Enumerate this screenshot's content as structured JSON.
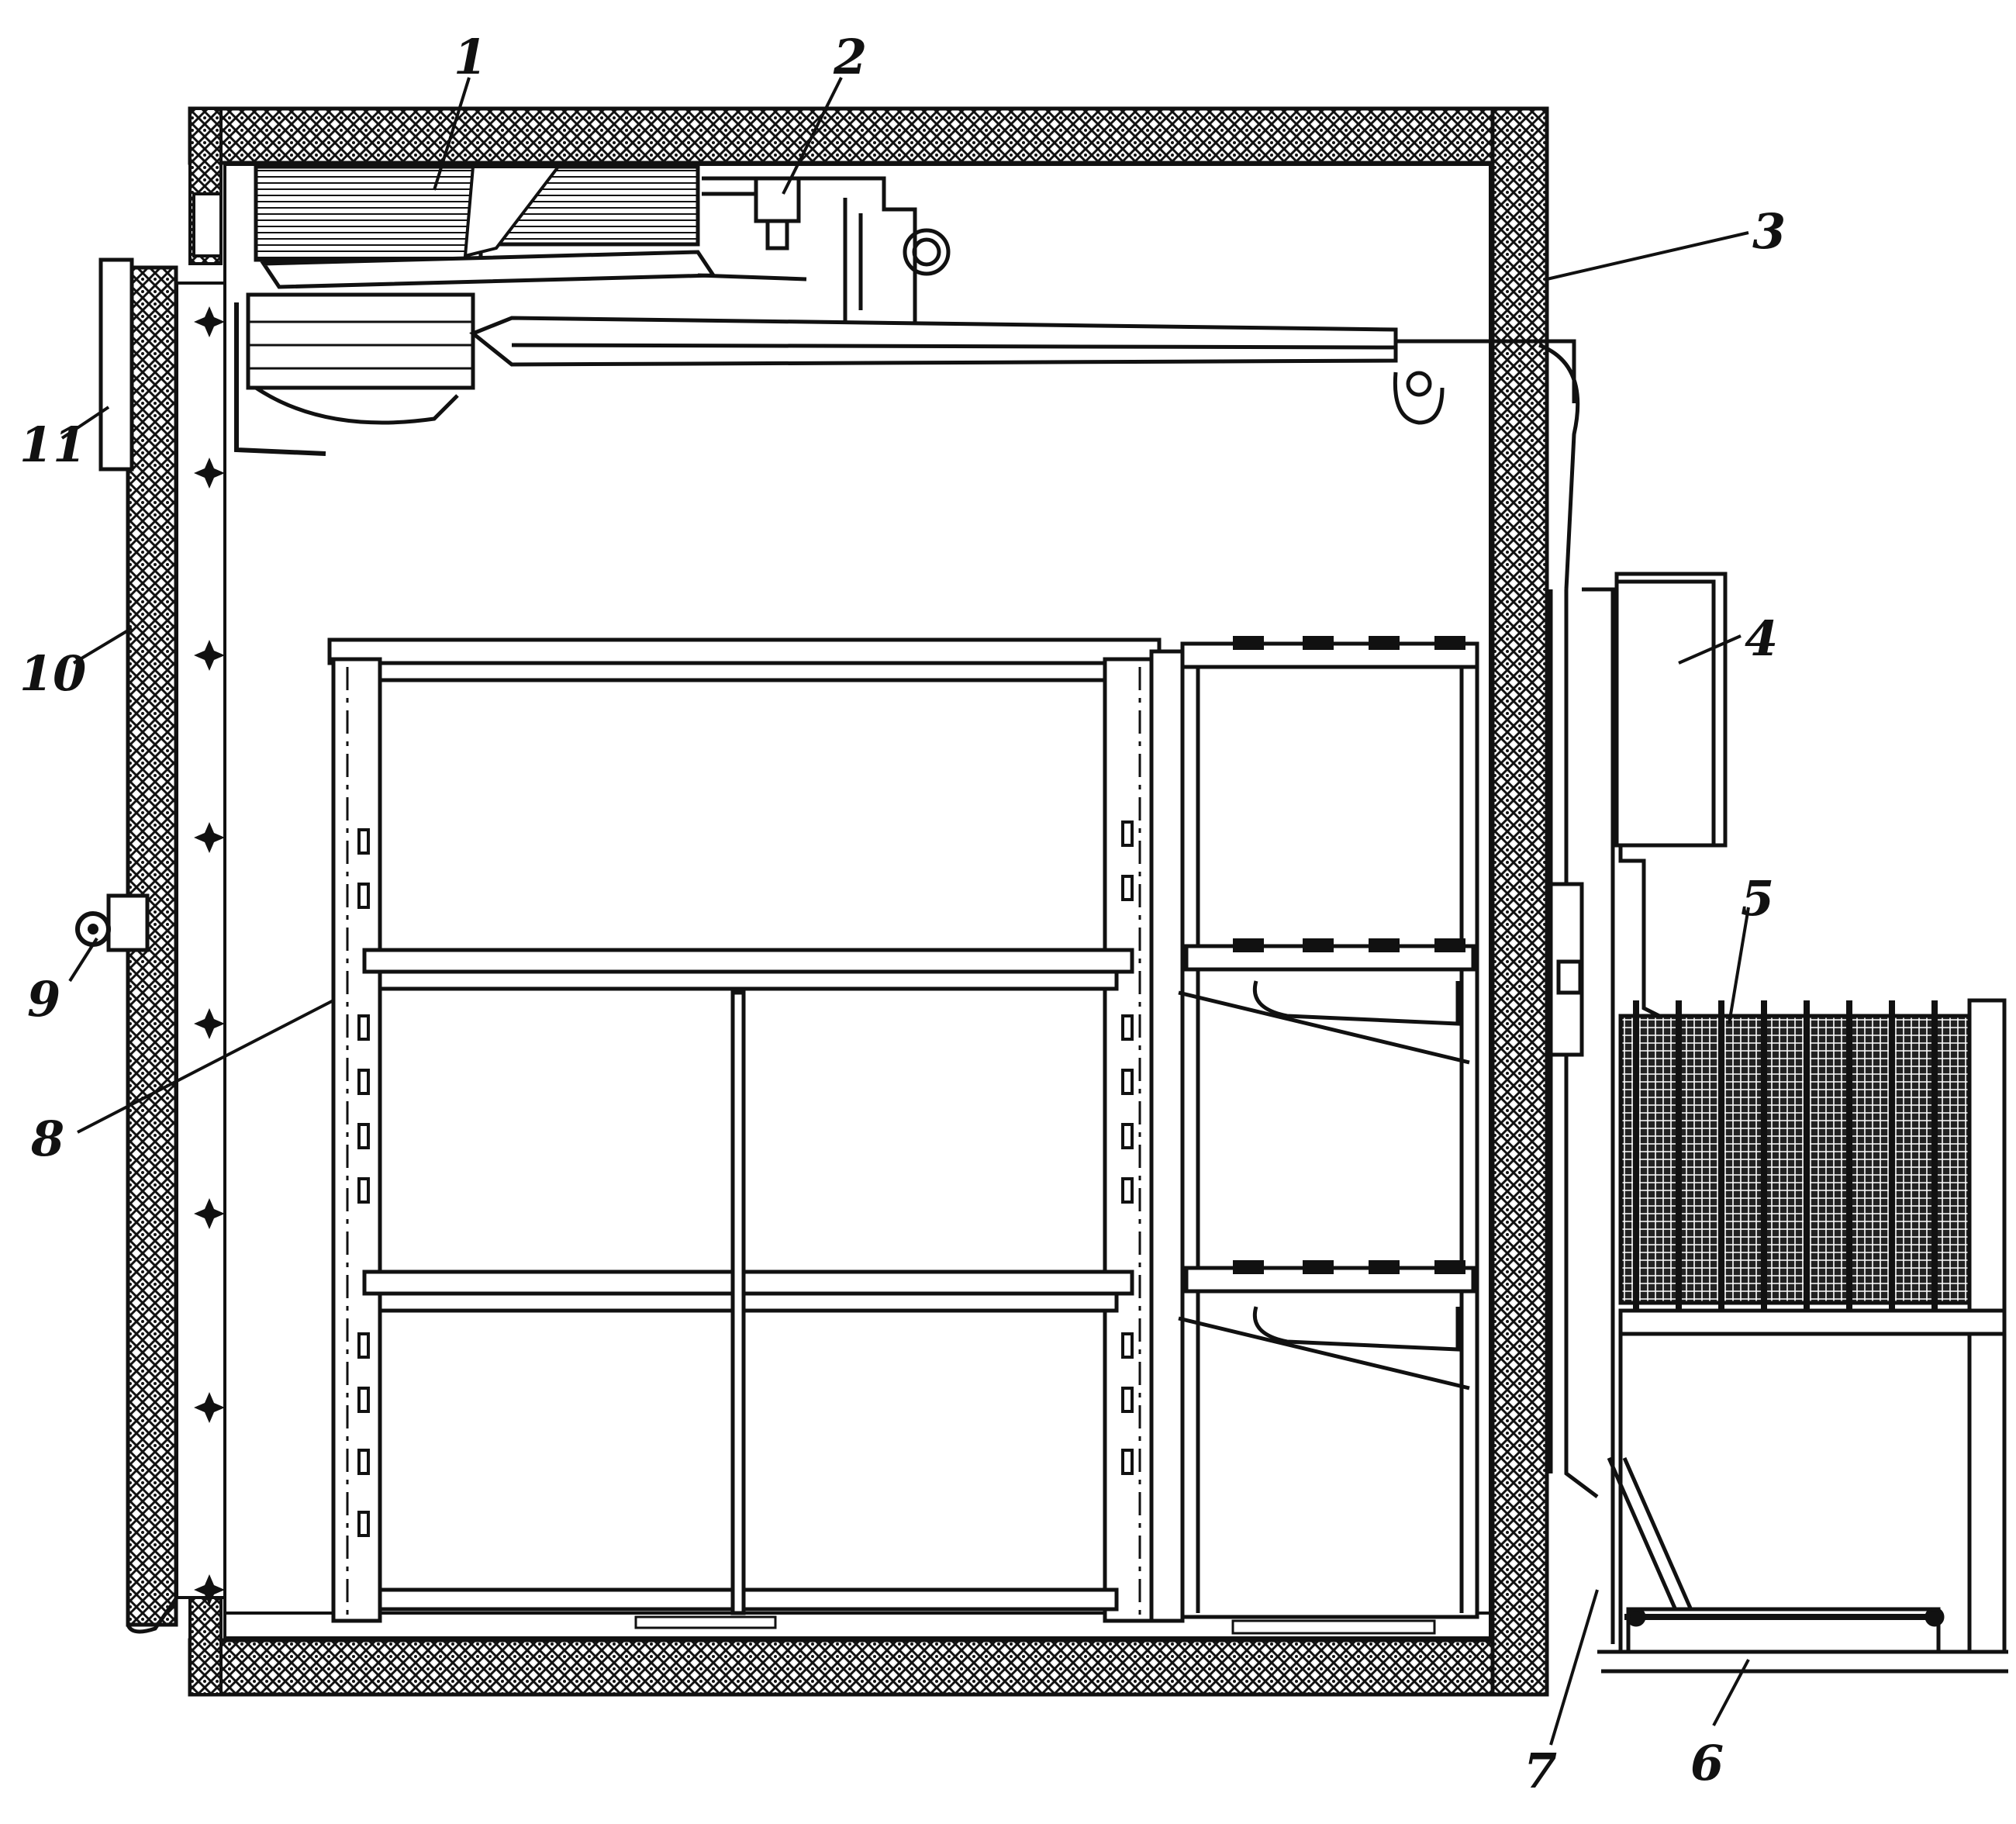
{
  "figure": {
    "callouts": [
      {
        "id": "1",
        "text": "1"
      },
      {
        "id": "2",
        "text": "2"
      },
      {
        "id": "3",
        "text": "3"
      },
      {
        "id": "4",
        "text": "4"
      },
      {
        "id": "5",
        "text": "5"
      },
      {
        "id": "6",
        "text": "6"
      },
      {
        "id": "7",
        "text": "7"
      },
      {
        "id": "8",
        "text": "8"
      },
      {
        "id": "9",
        "text": "9"
      },
      {
        "id": "10",
        "text": "10"
      },
      {
        "id": "11",
        "text": "11"
      }
    ],
    "colors": {
      "ink": "#111111",
      "paper": "#ffffff",
      "insulation_dark": "#1a1a1a",
      "insulation_light": "#ffffff"
    },
    "icons": [
      "refrigeration-unit-icon",
      "condenser-coil-icon",
      "shelf-rack-icon",
      "control-box-icon"
    ]
  }
}
